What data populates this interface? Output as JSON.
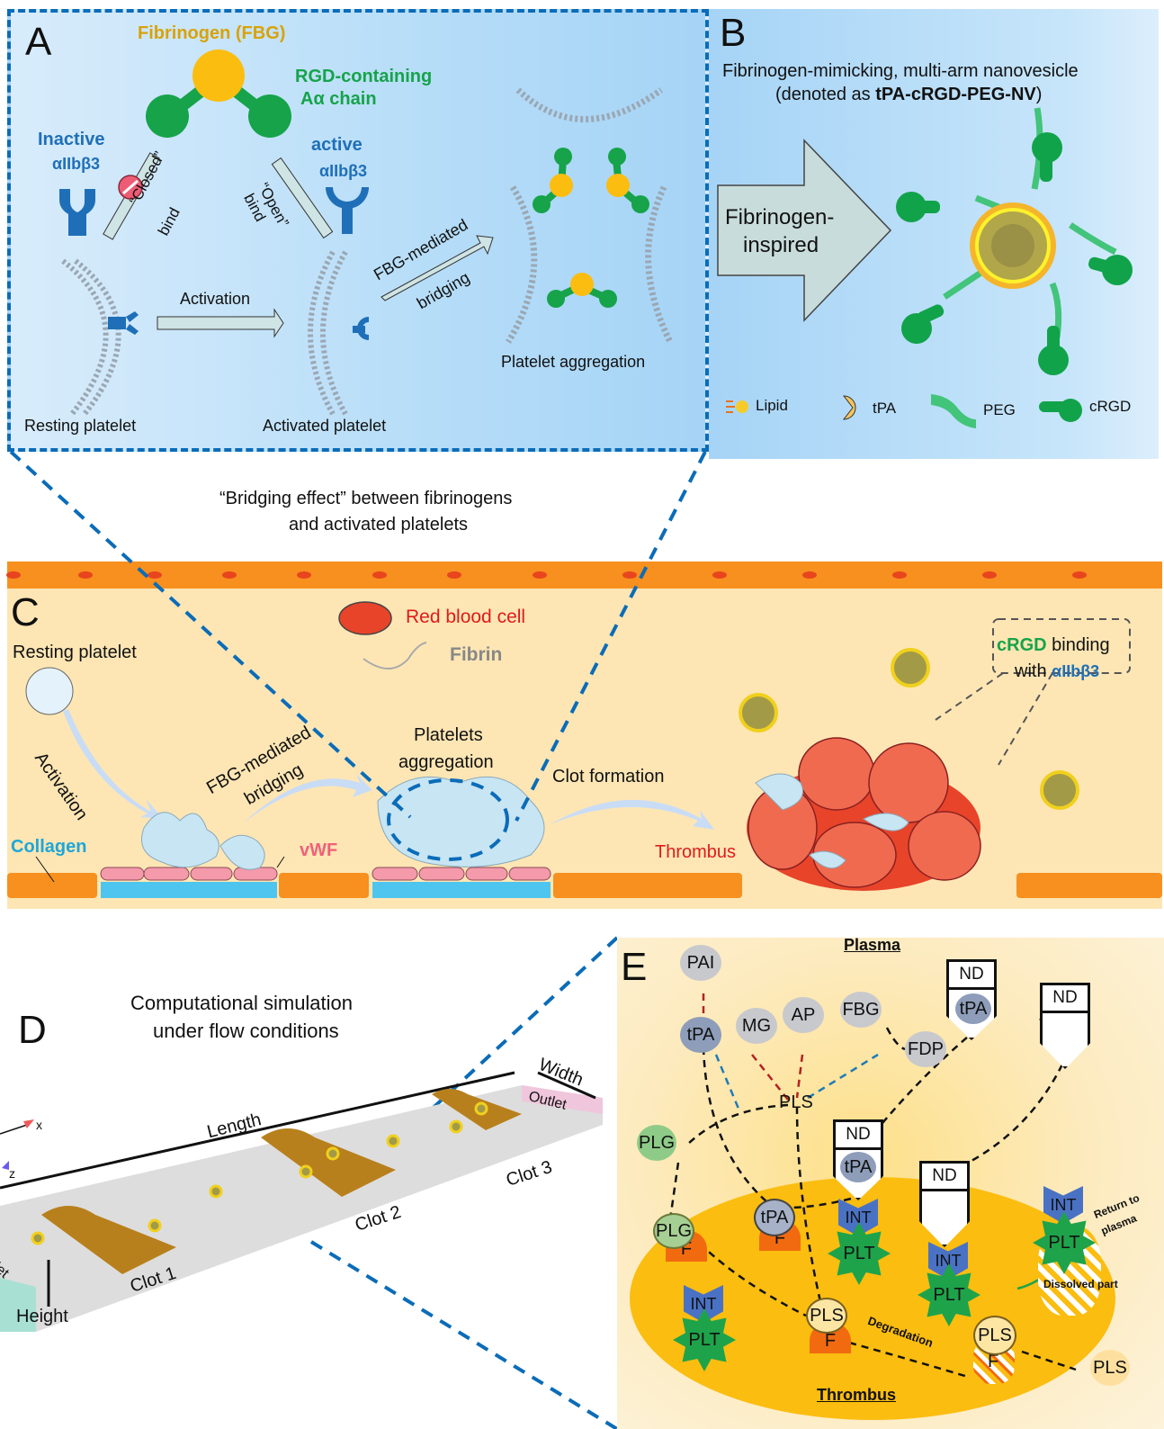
{
  "panels": {
    "a": {
      "letter": "A",
      "fibrinogen_title": "Fibrinogen (FBG)",
      "rgd_label_line1": "RGD-containing",
      "rgd_label_line2": "Aα chain",
      "inactive_label": "Inactive",
      "inactive_receptor": "αIIbβ3",
      "active_label": "active",
      "active_receptor": "αIIbβ3",
      "closed_bind_line1": "“Closed”",
      "closed_bind_line2": "bind",
      "open_bind_line1": "“Open”",
      "open_bind_line2": "bind",
      "activation_label": "Activation",
      "fbg_bridging_line1": "FBG-mediated",
      "fbg_bridging_line2": "bridging",
      "resting_platelet": "Resting platelet",
      "activated_platelet": "Activated platelet",
      "platelet_aggregation": "Platelet aggregation"
    },
    "b": {
      "letter": "B",
      "title_line1": "Fibrinogen-mimicking, multi-arm nanovesicle",
      "title_line2_prefix": "(denoted as ",
      "title_line2_bold": "tPA-cRGD-PEG-NV",
      "title_line2_suffix": ")",
      "arrow_label_line1": "Fibrinogen-",
      "arrow_label_line2": "inspired",
      "legend": [
        {
          "icon": "lipid-icon",
          "label": "Lipid"
        },
        {
          "icon": "tpa-icon",
          "label": "tPA"
        },
        {
          "icon": "peg-icon",
          "label": "PEG"
        },
        {
          "icon": "crgd-icon",
          "label": "cRGD"
        }
      ]
    },
    "bridge_caption_line1": "“Bridging effect” between fibrinogens",
    "bridge_caption_line2": "and activated platelets",
    "c": {
      "letter": "C",
      "resting_platelet": "Resting platelet",
      "red_blood_cell": "Red blood cell",
      "fibrin": "Fibrin",
      "activation": "Activation",
      "fbg_bridging_line1": "FBG-mediated",
      "fbg_bridging_line2": "bridging",
      "platelets_aggregation_line1": "Platelets",
      "platelets_aggregation_line2": "aggregation",
      "clot_formation": "Clot formation",
      "collagen": "Collagen",
      "vwf": "vWF",
      "thrombus": "Thrombus",
      "crgd_callout_green": "cRGD",
      "crgd_callout_rest": " binding",
      "crgd_callout_line2_prefix": "with ",
      "crgd_callout_receptor": "αIIbβ3"
    },
    "d": {
      "letter": "D",
      "title_line1": "Computational simulation",
      "title_line2": "under flow conditions",
      "length": "Length",
      "width": "Width",
      "height": "Height",
      "outlet": "Outlet",
      "inlet_partial": "let",
      "clots": [
        "Clot 1",
        "Clot 2",
        "Clot 3"
      ],
      "axis_x": "x",
      "axis_z": "z"
    },
    "e": {
      "letter": "E",
      "plasma": "Plasma",
      "thrombus": "Thrombus",
      "nodes": {
        "pai": "PAI",
        "tpa": "tPA",
        "mg": "MG",
        "ap": "AP",
        "fbg": "FBG",
        "fdp": "FDP",
        "pls": "PLS",
        "plg": "PLG",
        "nd": "ND",
        "int": "INT",
        "plt": "PLT",
        "f": "F"
      },
      "degradation": "Degradation",
      "return_to_plasma_line1": "Return to",
      "return_to_plasma_line2": "plasma",
      "dissolved_part": "Dissolved part"
    }
  },
  "colors": {
    "panel_border_blue": "#0b6cb8",
    "fibrinogen_gold": "#d8a20a",
    "rgd_green": "#16a34a",
    "receptor_blue": "#1f6fb8",
    "rbc_red": "#e01b1b",
    "collagen_cyan": "#1fa6d8",
    "vwf_pink": "#f0607a",
    "endothelium_orange": "#f7901e",
    "thrombus_yellow": "#fbbd10"
  }
}
